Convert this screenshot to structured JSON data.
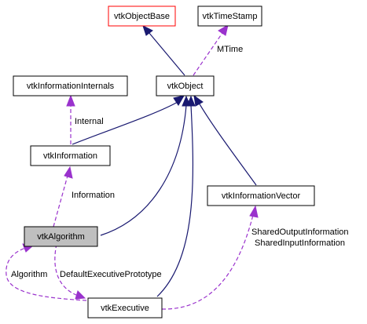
{
  "nodes": {
    "object_base": "vtkObjectBase",
    "time_stamp": "vtkTimeStamp",
    "information_internals": "vtkInformationInternals",
    "object": "vtkObject",
    "information": "vtkInformation",
    "information_vector": "vtkInformationVector",
    "algorithm": "vtkAlgorithm",
    "executive": "vtkExecutive"
  },
  "edge_labels": {
    "mtime": "MTime",
    "internal": "Internal",
    "information": "Information",
    "shared_output": "SharedOutputInformation",
    "shared_input": "SharedInputInformation",
    "algorithm": "Algorithm",
    "default_executive": "DefaultExecutivePrototype"
  },
  "colors": {
    "inheritance_edge": "#191970",
    "usage_edge": "#9a32cd",
    "highlight_border": "#ff0000",
    "current_node_fill": "#bfbfbf"
  }
}
